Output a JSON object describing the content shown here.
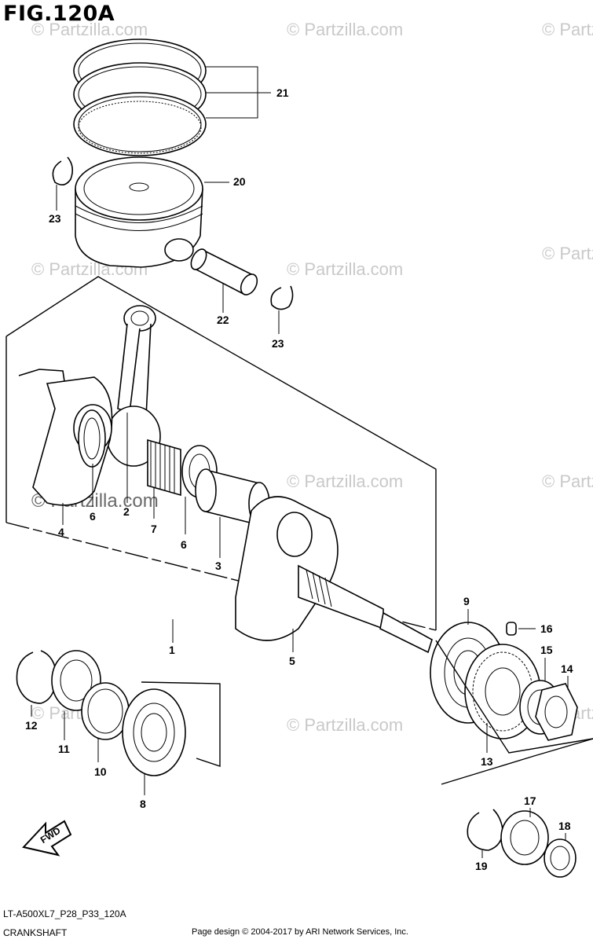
{
  "figure": {
    "title": "FIG.120A",
    "code": "LT-A500XL7_P28_P33_120A",
    "name": "CRANKSHAFT",
    "credit": "Page design © 2004-2017 by ARI Network Services, Inc."
  },
  "watermark": {
    "text": "© Partzilla.com"
  },
  "direction_label": "FWD",
  "callouts": {
    "c1": "1",
    "c2": "2",
    "c3": "3",
    "c4": "4",
    "c5": "5",
    "c6a": "6",
    "c6b": "6",
    "c7": "7",
    "c8": "8",
    "c9": "9",
    "c10": "10",
    "c11": "11",
    "c12": "12",
    "c13": "13",
    "c14": "14",
    "c15": "15",
    "c16": "16",
    "c17": "17",
    "c18": "18",
    "c19": "19",
    "c20": "20",
    "c21": "21",
    "c22": "22",
    "c23a": "23",
    "c23b": "23"
  }
}
